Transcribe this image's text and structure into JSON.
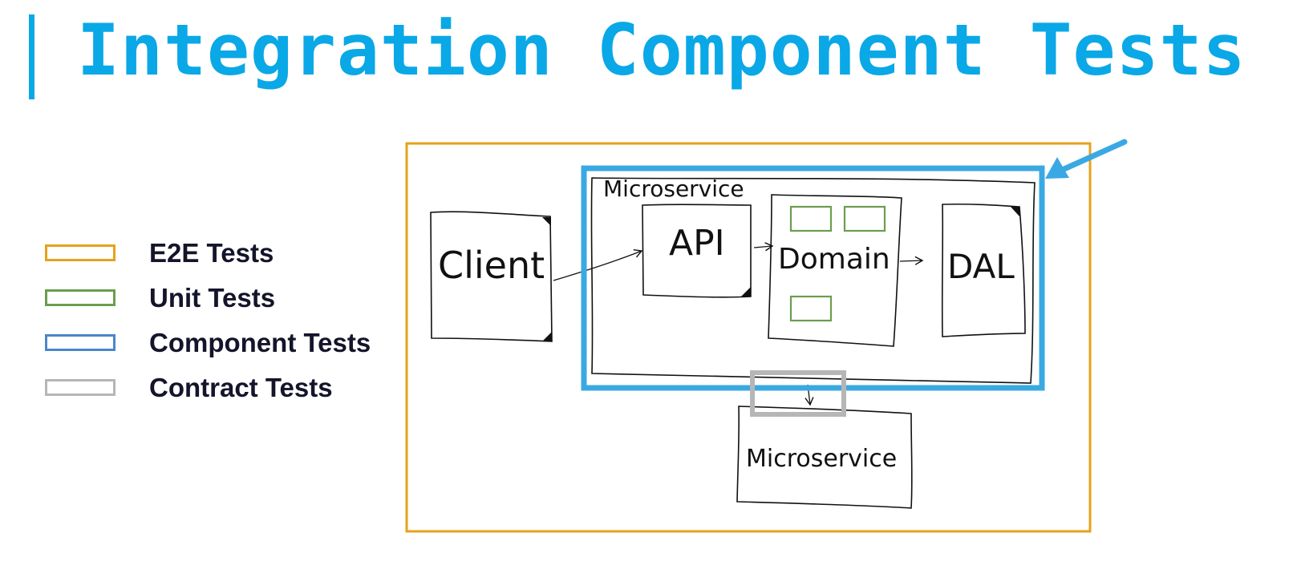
{
  "title": "Integration Component Tests",
  "legend": [
    {
      "label": "E2E Tests",
      "color": "#e6a21a"
    },
    {
      "label": "Unit Tests",
      "color": "#6a9e4e"
    },
    {
      "label": "Component Tests",
      "color": "#4a86c8"
    },
    {
      "label": "Contract Tests",
      "color": "#b6b6b6"
    }
  ],
  "diagram": {
    "client": "Client",
    "microservice_main": "Microservice",
    "api": "API",
    "domain": "Domain",
    "dal": "DAL",
    "microservice_external": "Microservice",
    "colors": {
      "e2e_border": "#e6a21a",
      "component_border": "#3aa9e3",
      "unit_border": "#6a9e4e",
      "contract_border": "#b6b6b6"
    }
  }
}
